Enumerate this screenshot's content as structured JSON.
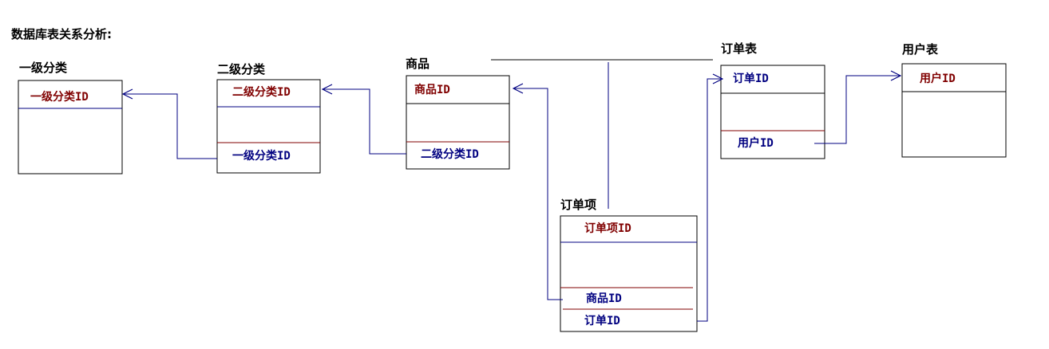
{
  "page": {
    "heading": "数据库表关系分析:"
  },
  "colors": {
    "pk_text": "#800000",
    "fk_text": "#000080",
    "box_border": "#000000",
    "pk_divider": "#000080",
    "fk_divider": "#800000",
    "connector": "#000080",
    "top_rule": "#000000"
  },
  "tables": {
    "category1": {
      "name": "一级分类",
      "pk": "一级分类ID"
    },
    "category2": {
      "name": "二级分类",
      "pk": "二级分类ID",
      "fk": "一级分类ID"
    },
    "product": {
      "name": "商品",
      "pk": "商品ID",
      "fk": "二级分类ID"
    },
    "order_item": {
      "name": "订单项",
      "pk": "订单项ID",
      "fk_product": "商品ID",
      "fk_order": "订单ID"
    },
    "order": {
      "name": "订单表",
      "pk": "订单ID",
      "fk": "用户ID"
    },
    "user": {
      "name": "用户表",
      "pk": "用户ID"
    }
  },
  "relationships": [
    {
      "from": "category2.fk",
      "to": "category1.pk"
    },
    {
      "from": "product.fk",
      "to": "category2.pk"
    },
    {
      "from": "order_item.fk_product",
      "to": "product.pk"
    },
    {
      "from": "order_item.fk_order",
      "to": "order.pk"
    },
    {
      "from": "order.fk",
      "to": "user.pk"
    }
  ]
}
